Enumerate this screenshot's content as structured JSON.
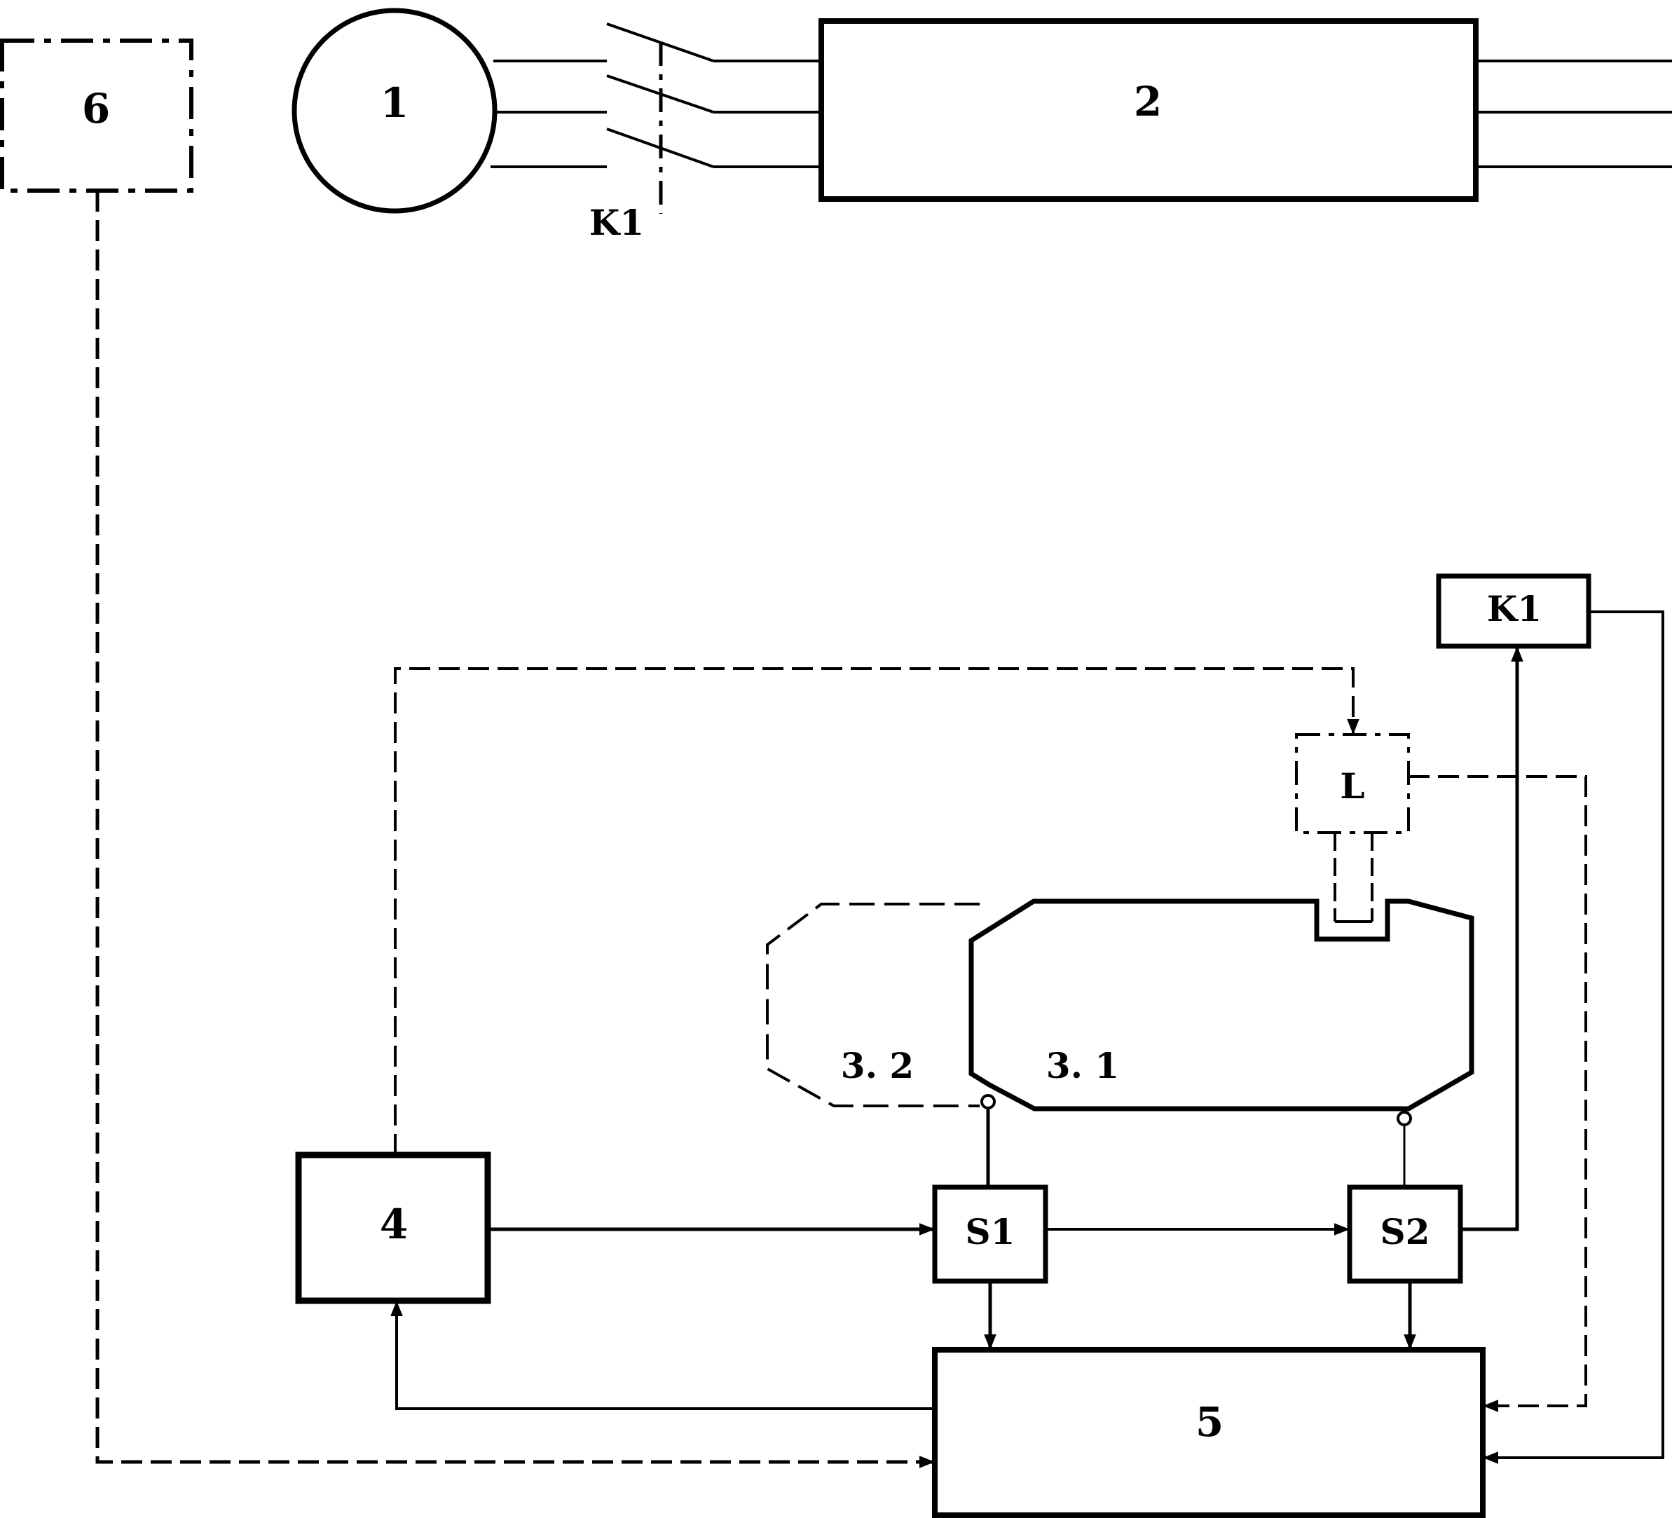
{
  "labels": {
    "block_6": "6",
    "generator_1": "1",
    "block_2": "2",
    "switch_k1": "K1",
    "relay_k1": "K1",
    "block_l": "L",
    "tank_3_2": "3. 2",
    "tank_3_1": "3. 1",
    "block_4": "4",
    "sensor_s1": "S1",
    "sensor_s2": "S2",
    "block_5": "5"
  },
  "colors": {
    "stroke": "#000000",
    "background": "#ffffff"
  }
}
